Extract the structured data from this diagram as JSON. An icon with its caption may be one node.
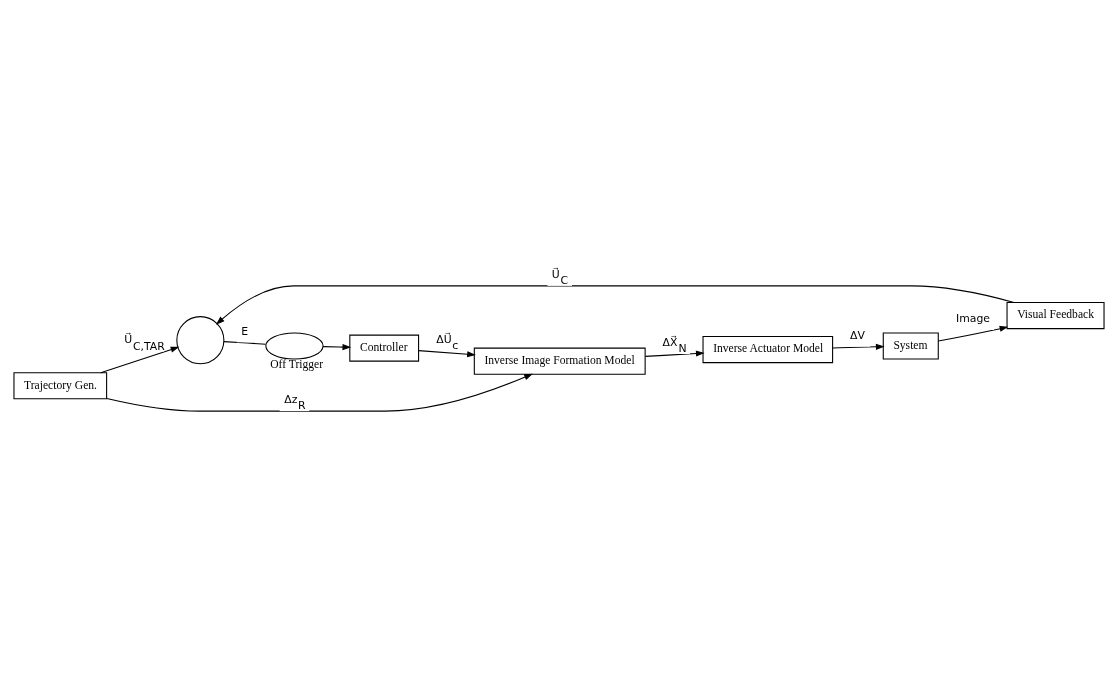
{
  "diagram": {
    "nodes": [
      {
        "text": [
          "Trajectory Gen."
        ]
      },
      {
        "text": [],
        "shape": "circle"
      },
      {
        "text": [],
        "shape": "ellipse",
        "beside": [
          "Off Trigger"
        ]
      },
      {
        "text": [
          "Controller"
        ]
      },
      {
        "text": [
          "Inverse Image Formation Model"
        ]
      },
      {
        "text": [
          "Inverse Actuator Model"
        ]
      },
      {
        "text": [
          "System"
        ]
      },
      {
        "text": [
          "Visual Feedback"
        ]
      }
    ],
    "edges": [
      {
        "from": 0,
        "to": 1,
        "arrow": "to",
        "label": "U⃗$_{C,TAR}$"
      },
      {
        "from": 0,
        "to": 4,
        "arrow": "to",
        "label": "Δz$_{R}$"
      },
      {
        "from": 1,
        "to": 2,
        "arrow": "none",
        "label": "E"
      },
      {
        "from": 2,
        "to": 3,
        "arrow": "to"
      },
      {
        "from": 3,
        "to": 4,
        "arrow": "to",
        "label": "ΔU⃗$_{c}$"
      },
      {
        "from": 4,
        "to": 5,
        "arrow": "to",
        "label": "ΔX⃗$_{N}$"
      },
      {
        "from": 5,
        "to": 6,
        "arrow": "to",
        "label": "ΔV"
      },
      {
        "from": 6,
        "to": 7,
        "arrow": "to",
        "label": "Image"
      },
      {
        "from": 7,
        "to": 1,
        "arrow": "to",
        "label": "U⃗$_{C}$"
      }
    ]
  }
}
